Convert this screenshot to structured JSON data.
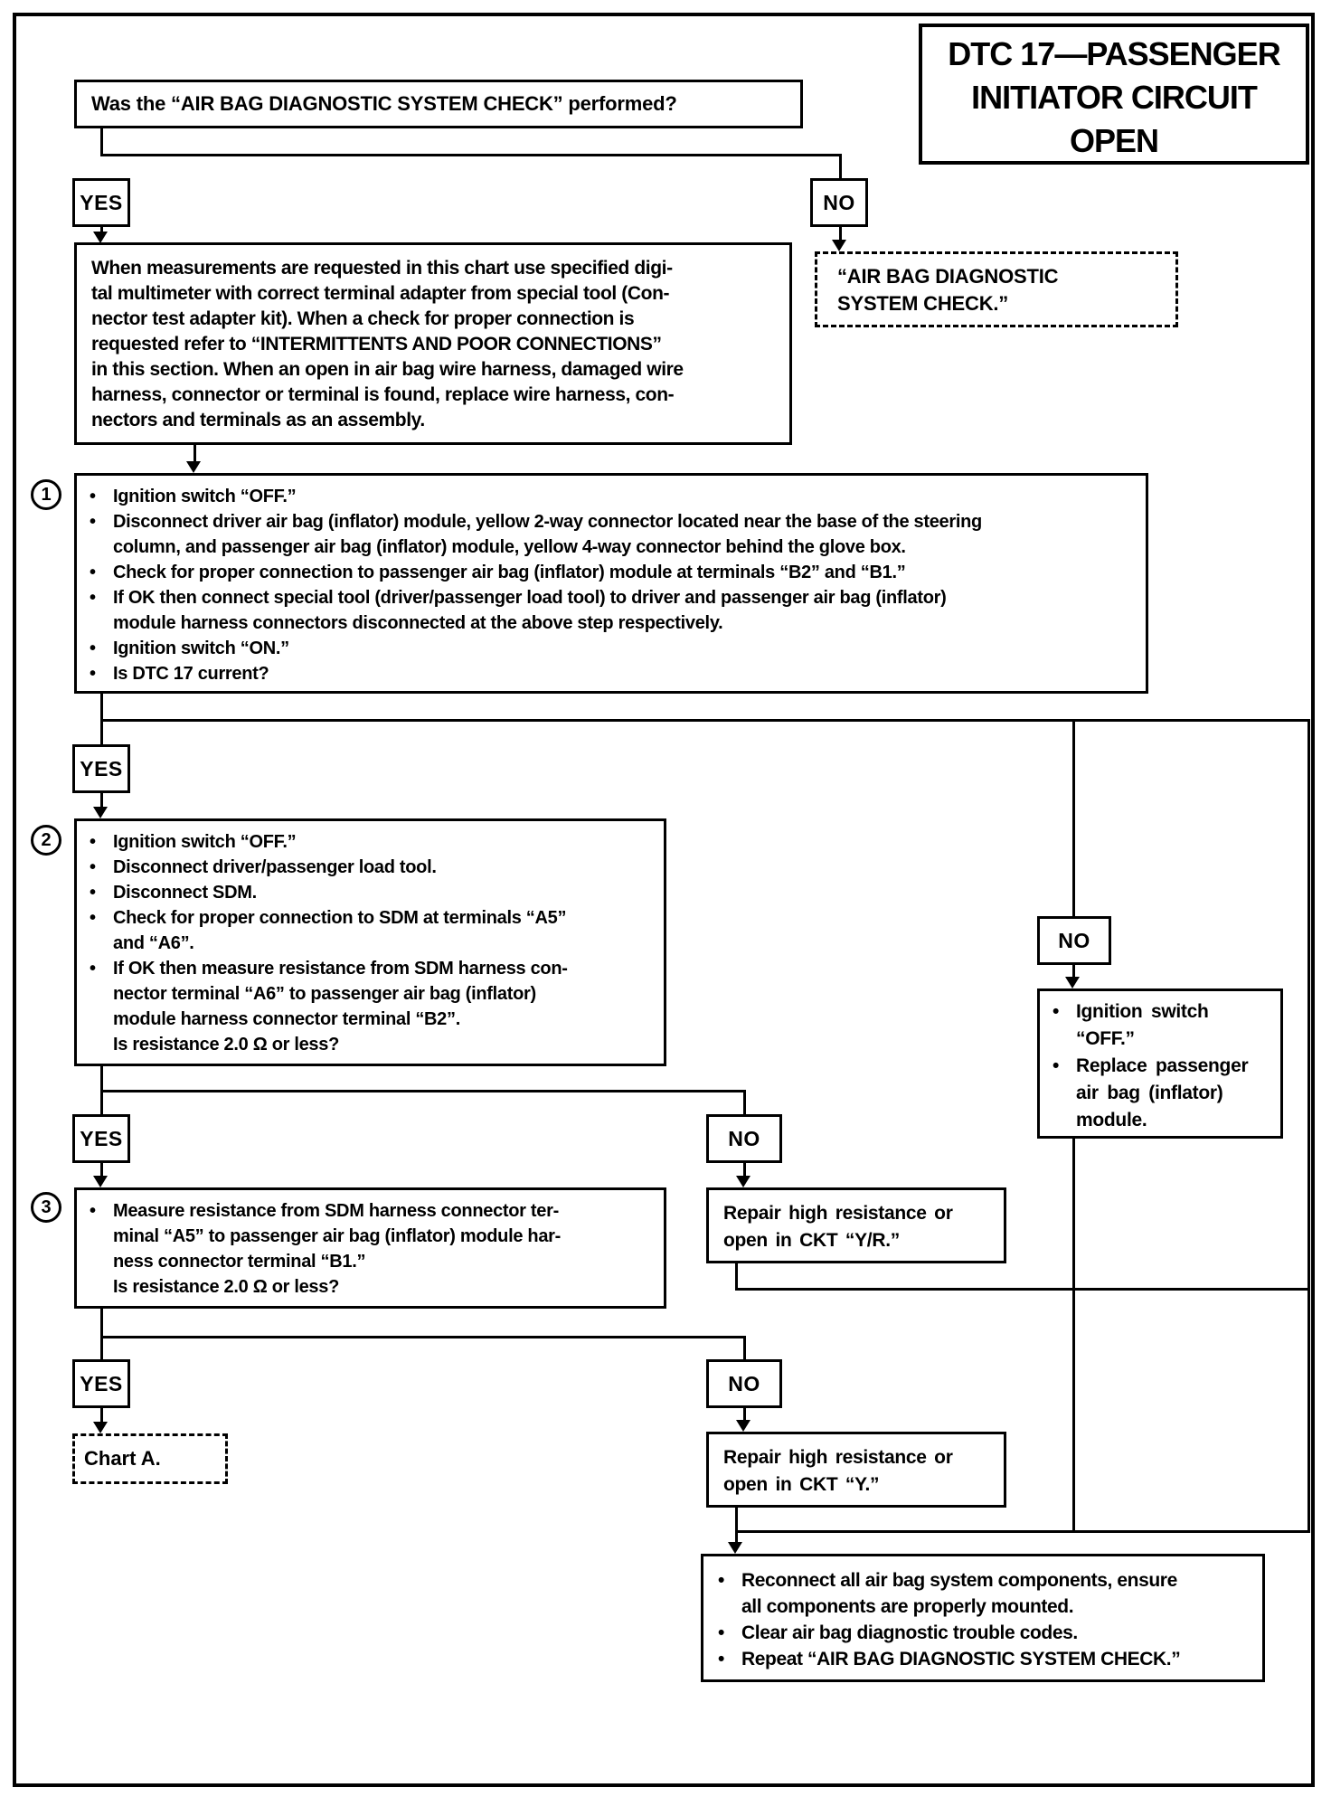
{
  "colors": {
    "ink": "#000000",
    "paper": "#ffffff"
  },
  "title": {
    "lines": [
      "DTC 17—PASSENGER",
      "INITIATOR CIRCUIT",
      "OPEN"
    ]
  },
  "labels": {
    "yes": "YES",
    "no": "NO"
  },
  "step_numbers": {
    "s1": "1",
    "s2": "2",
    "s3": "3"
  },
  "nodes": {
    "question": {
      "text": "Was the “AIR BAG DIAGNOSTIC SYSTEM CHECK” performed?"
    },
    "preamble": {
      "lines": [
        "When measurements are requested in this chart use specified digi-",
        "tal multimeter with correct terminal adapter from special tool (Con-",
        "nector test adapter kit). When a check for proper connection is",
        "requested refer to “INTERMITTENTS AND POOR CONNECTIONS”",
        "in this section. When an open in air bag wire harness, damaged wire",
        "harness, connector or terminal is found, replace wire harness, con-",
        "nectors and terminals as an assembly."
      ]
    },
    "system_check_ref": {
      "items": [
        {
          "b": false,
          "t": "“AIR BAG DIAGNOSTIC"
        },
        {
          "b": false,
          "t": "SYSTEM CHECK.”"
        }
      ]
    },
    "step1": {
      "items": [
        {
          "b": true,
          "t": "Ignition switch “OFF.”"
        },
        {
          "b": true,
          "t": "Disconnect driver air bag (inflator) module, yellow 2-way connector located near the base of the steering"
        },
        {
          "b": false,
          "t": "column, and passenger air bag (inflator) module, yellow 4-way connector behind the glove box."
        },
        {
          "b": true,
          "t": "Check for proper connection to passenger air bag (inflator) module at terminals “B2” and “B1.”"
        },
        {
          "b": true,
          "t": "If OK then connect special tool (driver/passenger load tool) to driver and passenger air bag (inflator)"
        },
        {
          "b": false,
          "t": "module harness connectors disconnected at the above step respectively."
        },
        {
          "b": true,
          "t": "Ignition switch “ON.”"
        },
        {
          "b": true,
          "t": "Is DTC 17 current?"
        }
      ]
    },
    "step2": {
      "items": [
        {
          "b": true,
          "t": "Ignition switch “OFF.”"
        },
        {
          "b": true,
          "t": "Disconnect driver/passenger load tool."
        },
        {
          "b": true,
          "t": "Disconnect SDM."
        },
        {
          "b": true,
          "t": "Check for proper connection to SDM at terminals “A5”"
        },
        {
          "b": false,
          "t": "and “A6”."
        },
        {
          "b": true,
          "t": "If OK then measure resistance from SDM harness con-"
        },
        {
          "b": false,
          "t": "nector terminal “A6” to passenger air bag (inflator)"
        },
        {
          "b": false,
          "t": "module harness connector terminal “B2”."
        },
        {
          "b": false,
          "t": "Is resistance 2.0 Ω or less?"
        }
      ]
    },
    "replace_module": {
      "items": [
        {
          "b": true,
          "t": "Ignition switch"
        },
        {
          "b": false,
          "t": "“OFF.”"
        },
        {
          "b": true,
          "t": "Replace passenger"
        },
        {
          "b": false,
          "t": "air bag (inflator)"
        },
        {
          "b": false,
          "t": "module."
        }
      ]
    },
    "step3": {
      "items": [
        {
          "b": true,
          "t": "Measure resistance from SDM harness connector ter-"
        },
        {
          "b": false,
          "t": "minal “A5” to passenger air bag (inflator) module har-"
        },
        {
          "b": false,
          "t": "ness connector terminal “B1.”"
        },
        {
          "b": false,
          "t": "Is resistance 2.0 Ω or less?"
        }
      ]
    },
    "repair_ckt_yr": {
      "lines": [
        "Repair high resistance or",
        "open in CKT “Y/R.”"
      ]
    },
    "repair_ckt_y": {
      "lines": [
        "Repair high resistance or",
        "open in CKT “Y.”"
      ]
    },
    "chart_a": {
      "text": "Chart A."
    },
    "final_actions": {
      "items": [
        {
          "b": true,
          "t": "Reconnect all air bag system components, ensure"
        },
        {
          "b": false,
          "t": "all components are properly mounted."
        },
        {
          "b": true,
          "t": "Clear air bag diagnostic trouble codes."
        },
        {
          "b": true,
          "t": "Repeat “AIR BAG DIAGNOSTIC SYSTEM CHECK.”"
        }
      ]
    }
  }
}
